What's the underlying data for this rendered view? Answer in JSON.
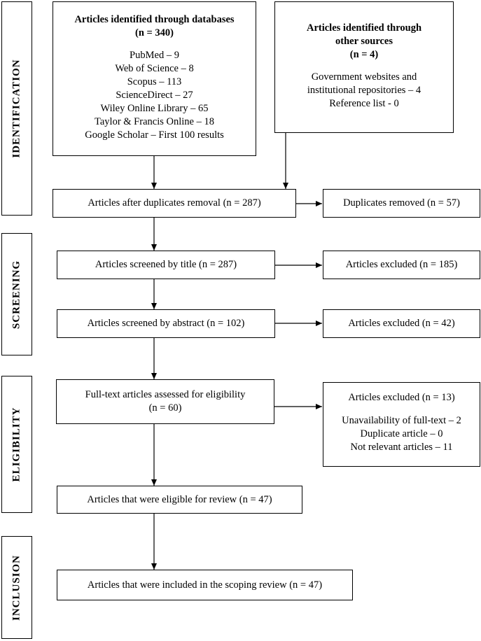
{
  "stages": {
    "identification": "IDENTIFICATION",
    "screening": "SCREENING",
    "eligibility": "ELIGIBILITY",
    "inclusion": "INCLUSION"
  },
  "db_box": {
    "title": "Articles identified through databases",
    "count": "(n = 340)",
    "sources": [
      "PubMed – 9",
      "Web of Science – 8",
      "Scopus – 113",
      "ScienceDirect – 27",
      "Wiley Online Library – 65",
      "Taylor & Francis Online –  18",
      "Google Scholar –  First 100 results"
    ]
  },
  "other_box": {
    "title_line1": "Articles identified through",
    "title_line2": "other sources",
    "count": "(n = 4)",
    "sources": [
      "Government websites and",
      "institutional repositories – 4",
      "Reference list - 0"
    ]
  },
  "after_duplicates": "Articles after duplicates removal (n = 287)",
  "duplicates_removed": "Duplicates removed (n = 57)",
  "screened_title": "Articles screened by title (n = 287)",
  "excluded_title": "Articles excluded (n = 185)",
  "screened_abstract": "Articles screened by abstract (n = 102)",
  "excluded_abstract": "Articles excluded (n = 42)",
  "fulltext": {
    "line1": "Full-text articles assessed for eligibility",
    "line2": "(n = 60)"
  },
  "excluded_fulltext": {
    "title": "Articles excluded (n = 13)",
    "reasons": [
      "Unavailability of full-text – 2",
      "Duplicate article – 0",
      "Not relevant articles – 11"
    ]
  },
  "eligible": "Articles that were eligible for review (n = 47)",
  "included": "Articles that were included in the scoping review (n = 47)"
}
